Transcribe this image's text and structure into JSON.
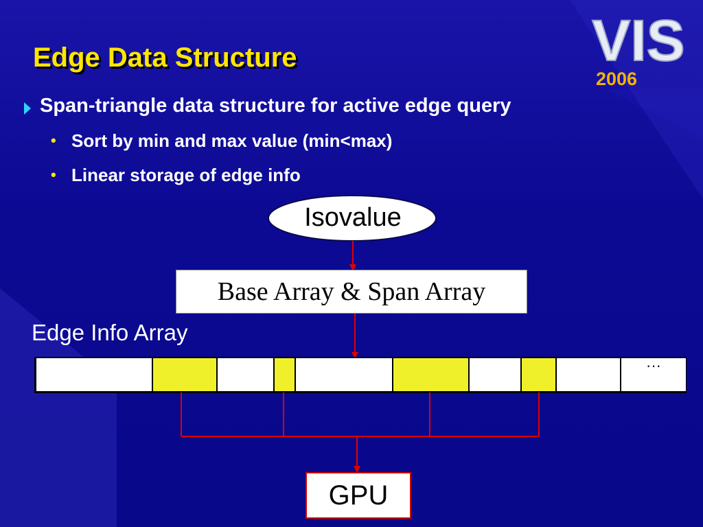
{
  "slide": {
    "title": "Edge Data Structure",
    "logo": {
      "text": "VIS",
      "year": "2006"
    },
    "bullets": [
      {
        "text": "Span-triangle data structure for active edge query",
        "subbullets": [
          "Sort by min and max value (min<max)",
          "Linear storage of edge info"
        ]
      }
    ]
  },
  "diagram": {
    "isovalue_label": "Isovalue",
    "base_array_label": "Base Array & Span Array",
    "edge_info_label": "Edge Info Array",
    "array_ellipsis": "···",
    "gpu_label": "GPU",
    "colors": {
      "highlight": "#f0f02a",
      "connector": "#e00000",
      "background": "#0c0a93",
      "title": "#ffe600"
    }
  }
}
